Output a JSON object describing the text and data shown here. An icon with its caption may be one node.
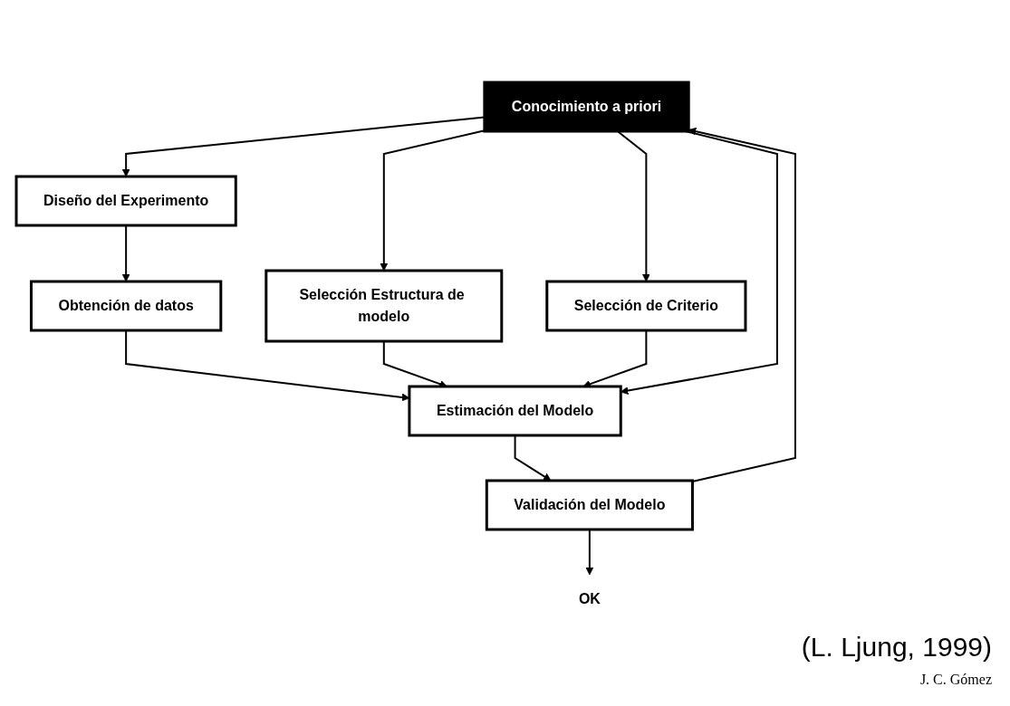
{
  "diagram": {
    "nodes": [
      {
        "text": [
          "Conocimiento a priori"
        ]
      },
      {
        "text": [
          "Diseño del Experimento"
        ]
      },
      {
        "text": [
          "Obtención de datos"
        ]
      },
      {
        "text": [
          "Selección Estructura de modelo"
        ]
      },
      {
        "text": [
          "Selección de Criterio"
        ]
      },
      {
        "text": [
          "Estimación del Modelo"
        ]
      },
      {
        "text": [
          "Validación del Modelo"
        ]
      },
      {
        "text": [
          "OK"
        ]
      }
    ],
    "edges": [
      {
        "from": 0,
        "to": 1,
        "arrow": "to"
      },
      {
        "from": 1,
        "to": 2,
        "arrow": "to"
      },
      {
        "from": 0,
        "to": 3,
        "arrow": "to"
      },
      {
        "from": 0,
        "to": 4,
        "arrow": "to"
      },
      {
        "from": 2,
        "to": 5,
        "arrow": "to"
      },
      {
        "from": 3,
        "to": 5,
        "arrow": "to"
      },
      {
        "from": 4,
        "to": 5,
        "arrow": "to"
      },
      {
        "from": 0,
        "to": 5,
        "arrow": "to"
      },
      {
        "from": 5,
        "to": 6,
        "arrow": "to"
      },
      {
        "from": 6,
        "to": 0,
        "arrow": "to"
      },
      {
        "from": 6,
        "to": 7,
        "arrow": "to"
      }
    ],
    "labels": [
      "(L. Ljung, 1999)",
      "J. C. Gómez"
    ]
  }
}
